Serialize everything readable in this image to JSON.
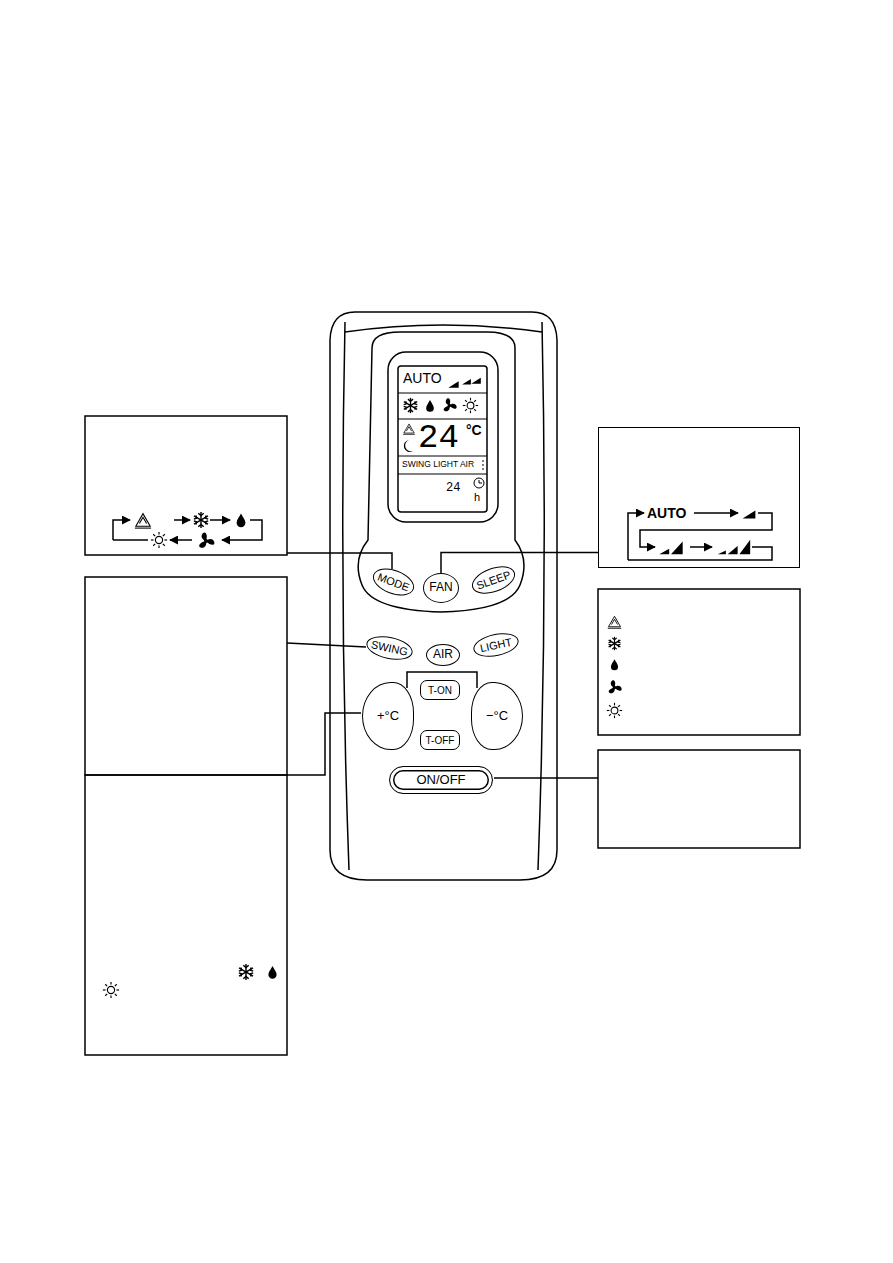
{
  "diagram": {
    "nodes": [
      {
        "text": [
          "AUTO"
        ]
      },
      {
        "text": [
          "MODE"
        ]
      },
      {
        "text": [
          "FAN"
        ]
      },
      {
        "text": [
          "SLEEP"
        ]
      },
      {
        "text": [
          "SWING"
        ]
      },
      {
        "text": [
          "AIR"
        ]
      },
      {
        "text": [
          "LIGHT"
        ]
      },
      {
        "text": [
          "T-ON"
        ]
      },
      {
        "text": [
          "+°C"
        ]
      },
      {
        "text": [
          "−°C"
        ]
      },
      {
        "text": [
          "T-OFF"
        ]
      },
      {
        "text": [
          "ON/OFF"
        ]
      }
    ],
    "edges": [
      {
        "from": 0,
        "to": 2,
        "arrow": "none"
      }
    ],
    "labels": [
      "AUTO",
      "24",
      "°C",
      "SWING LIGHT AIR",
      "24",
      "h"
    ]
  }
}
